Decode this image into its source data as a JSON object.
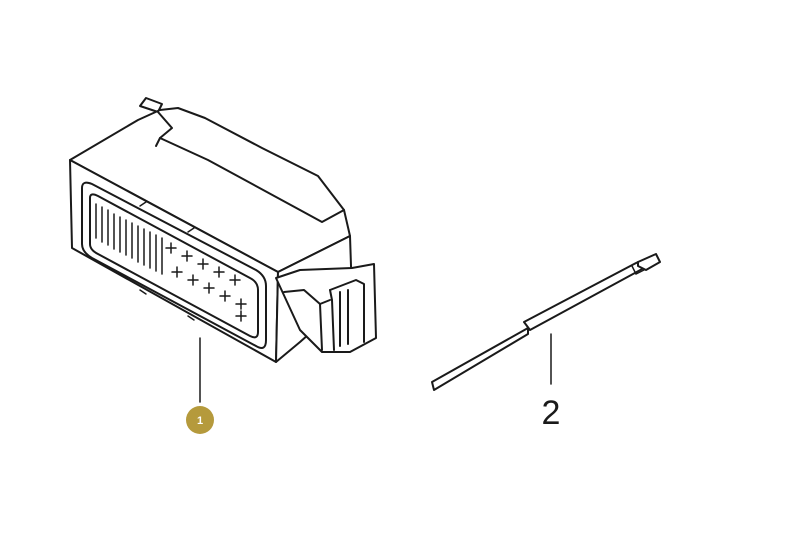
{
  "callouts": [
    {
      "label": "1",
      "style": "badge",
      "badge_color": "#b59a3c"
    },
    {
      "label": "2",
      "style": "plain"
    }
  ],
  "colors": {
    "line": "#1a1a1a",
    "background": "#ffffff",
    "badge": "#b59a3c"
  }
}
